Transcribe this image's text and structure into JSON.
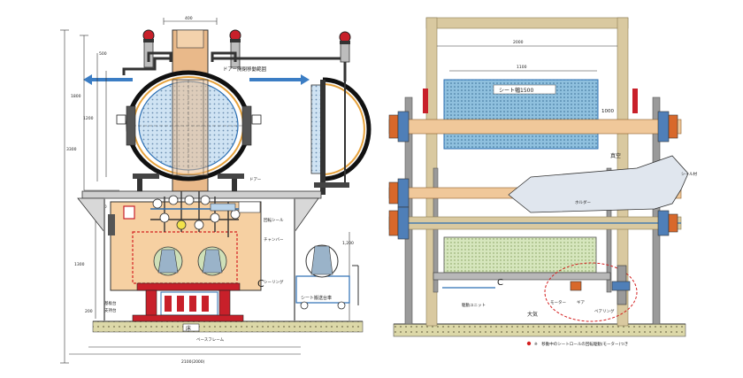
{
  "left_drawing": {
    "dims": {
      "top_width": "400",
      "overall_height": "3300",
      "vessel_height": "1800",
      "vessel_side": "1200",
      "base_height": "500",
      "small_side": "200",
      "small_side_2": "200",
      "lower_height": "1300",
      "right_height": "1,200",
      "bottom_width": "2100(2000)"
    },
    "labels": {
      "door_move": "ドアー開閉移動範囲",
      "lid_arrow": "ドアー",
      "side_note_1": "回転シール",
      "side_note_2": "チャンバー",
      "side_note_3": "シーリング",
      "sheet_cart": "シート搬送台車",
      "bottom_note_1": "基板台",
      "bottom_note_2": "支持台",
      "floor_label": "床",
      "base_note": "ベースフレーム",
      "c_mark": "C"
    },
    "colors": {
      "frame_blue": "#2c6fb3",
      "pipe_orange": "#e9b98a",
      "vessel_fill": "#cfe3f3",
      "chamber_fill": "#f6d0a2",
      "red_base": "#c8202a",
      "ground": "#dcd8a8",
      "gray_pipe": "#9a9a9a"
    }
  },
  "right_drawing": {
    "dims": {
      "total_width": "2000",
      "inner_width": "1100",
      "sheet_width_label": "シート幅1500",
      "right_dim": "1000"
    },
    "labels": {
      "vacuum_label": "真空",
      "atmosphere_label": "大気",
      "rod_label": "シール材",
      "arm_label": "ホルダー",
      "c_mark": "C",
      "bottom_left_note": "駆動ユニット",
      "motor_label": "モーター",
      "gear_label": "ギア",
      "bearing_label": "ベアリング",
      "footnote": "※　移動中のシートロールの回転駆動(モーター)つき"
    },
    "colors": {
      "frame": "#d9c9a0",
      "screen_fill": "#8fc0de",
      "shaft": "#f0c89a",
      "roller": "#4f7fb8",
      "mount_orange": "#d8682b",
      "cart_fill": "#d6e6bd",
      "dashed_red": "#d42020"
    }
  }
}
